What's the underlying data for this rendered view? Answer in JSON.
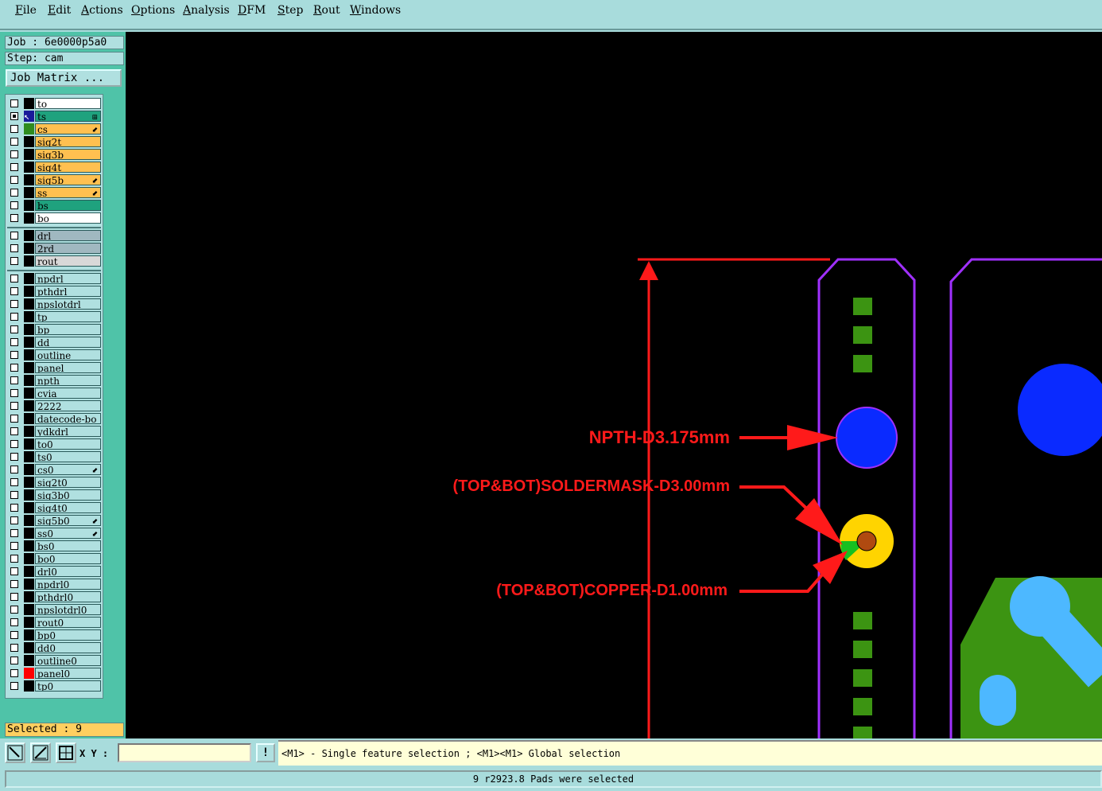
{
  "menu": [
    "File",
    "Edit",
    "Actions",
    "Options",
    "Analysis",
    "DFM",
    "Step",
    "Rout",
    "Windows"
  ],
  "job": {
    "job_label": "Job : 6e0000p5a0",
    "step_label": "Step: cam",
    "matrix_button": "Job Matrix ..."
  },
  "layers": {
    "group1": [
      {
        "name": "to",
        "color": "#ffffff",
        "swatch": "#000000",
        "mark": ""
      },
      {
        "name": "ts",
        "color": "#1fa27e",
        "swatch": "#000000",
        "mark": "⊞",
        "active": true
      },
      {
        "name": "cs",
        "color": "#ffc050",
        "swatch": "#2e8b1e",
        "mark": "⬋"
      },
      {
        "name": "sig2t",
        "color": "#ffc050",
        "swatch": "#000000",
        "mark": ""
      },
      {
        "name": "sig3b",
        "color": "#ffc050",
        "swatch": "#000000",
        "mark": ""
      },
      {
        "name": "sig4t",
        "color": "#ffc050",
        "swatch": "#000000",
        "mark": ""
      },
      {
        "name": "sig5b",
        "color": "#ffc050",
        "swatch": "#000000",
        "mark": "⬋"
      },
      {
        "name": "ss",
        "color": "#ffc050",
        "swatch": "#000000",
        "mark": "⬋"
      },
      {
        "name": "bs",
        "color": "#1fa27e",
        "swatch": "#000000",
        "mark": ""
      },
      {
        "name": "bo",
        "color": "#ffffff",
        "swatch": "#000000",
        "mark": ""
      }
    ],
    "group2": [
      {
        "name": "drl",
        "color": "#a0b8c0",
        "swatch": "#000000",
        "mark": ""
      },
      {
        "name": "2rd",
        "color": "#a0b8c0",
        "swatch": "#000000",
        "mark": ""
      },
      {
        "name": "rout",
        "color": "#d8d8d8",
        "swatch": "#000000",
        "mark": ""
      }
    ],
    "group3": [
      {
        "name": "npdrl",
        "mark": ""
      },
      {
        "name": "pthdrl",
        "mark": ""
      },
      {
        "name": "npslotdrl",
        "mark": ""
      },
      {
        "name": "tp",
        "mark": ""
      },
      {
        "name": "bp",
        "mark": ""
      },
      {
        "name": "dd",
        "mark": ""
      },
      {
        "name": "outline",
        "mark": ""
      },
      {
        "name": "panel",
        "mark": ""
      },
      {
        "name": "npth",
        "mark": ""
      },
      {
        "name": "cvia",
        "mark": ""
      },
      {
        "name": "2222",
        "mark": ""
      },
      {
        "name": "datecode-bo",
        "mark": ""
      },
      {
        "name": "ydkdrl",
        "mark": ""
      },
      {
        "name": "to0",
        "mark": ""
      },
      {
        "name": "ts0",
        "mark": ""
      },
      {
        "name": "cs0",
        "mark": "⬋"
      },
      {
        "name": "sig2t0",
        "mark": ""
      },
      {
        "name": "sig3b0",
        "mark": ""
      },
      {
        "name": "sig4t0",
        "mark": ""
      },
      {
        "name": "sig5b0",
        "mark": "⬋"
      },
      {
        "name": "ss0",
        "mark": "⬋"
      },
      {
        "name": "bs0",
        "mark": ""
      },
      {
        "name": "bo0",
        "mark": ""
      },
      {
        "name": "drl0",
        "mark": ""
      },
      {
        "name": "npdrl0",
        "mark": ""
      },
      {
        "name": "pthdrl0",
        "mark": ""
      },
      {
        "name": "npslotdrl0",
        "mark": ""
      },
      {
        "name": "rout0",
        "mark": ""
      },
      {
        "name": "bp0",
        "mark": ""
      },
      {
        "name": "dd0",
        "mark": ""
      },
      {
        "name": "outline0",
        "mark": ""
      },
      {
        "name": "panel0",
        "mark": "",
        "swatch": "#ff0000"
      },
      {
        "name": "tp0",
        "mark": ""
      }
    ]
  },
  "selected_label": "Selected : 9",
  "canvas": {
    "annotations": [
      "NPTH-D3.175mm",
      "(TOP&BOT)SOLDERMASK-D3.00mm",
      "(TOP&BOT)COPPER-D1.00mm"
    ],
    "colors": {
      "annotation": "#ff1a1a",
      "outline": "#a030ff",
      "npth": "#0a2aff",
      "copper": "#ffd400",
      "mask": "#b04a10",
      "pad": "#3c9412",
      "light_blue": "#4db8ff"
    }
  },
  "bottom": {
    "xy_label": "X Y :",
    "xy_value": "",
    "excl": "!",
    "hint": "<M1> - Single feature selection ; <M1><M1> Global selection",
    "status": "9 r2923.8 Pads were selected"
  }
}
